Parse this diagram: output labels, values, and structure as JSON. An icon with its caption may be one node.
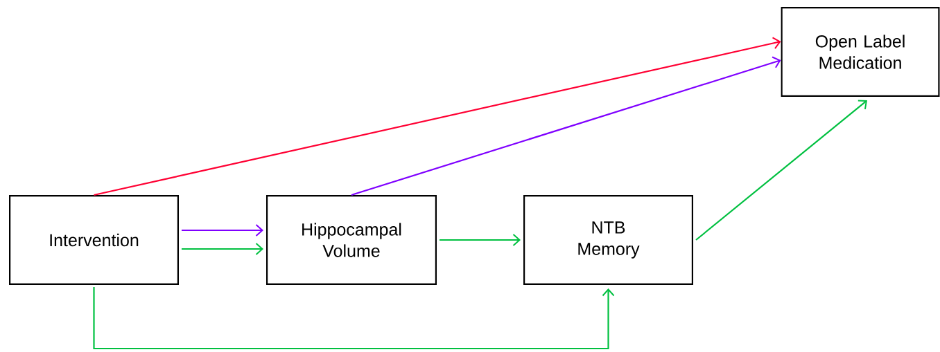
{
  "diagram": {
    "nodes": [
      {
        "text": [
          "Open Label Medication"
        ]
      },
      {
        "text": [
          "Intervention"
        ]
      },
      {
        "text": [
          "Hippocampal Volume"
        ]
      },
      {
        "text": [
          "NTB Memory"
        ]
      }
    ],
    "edges": [
      {
        "from": 1,
        "to": 0,
        "arrow": "to",
        "color": "#ff0033"
      },
      {
        "from": 2,
        "to": 0,
        "arrow": "to",
        "color": "#7f00ff"
      },
      {
        "from": 1,
        "to": 2,
        "arrow": "to",
        "color": "#7f00ff"
      },
      {
        "from": 1,
        "to": 2,
        "arrow": "to"
      },
      {
        "from": 2,
        "to": 3,
        "arrow": "to"
      },
      {
        "from": 3,
        "to": 0,
        "arrow": "to"
      },
      {
        "from": 1,
        "to": 3,
        "arrow": "to"
      }
    ]
  }
}
